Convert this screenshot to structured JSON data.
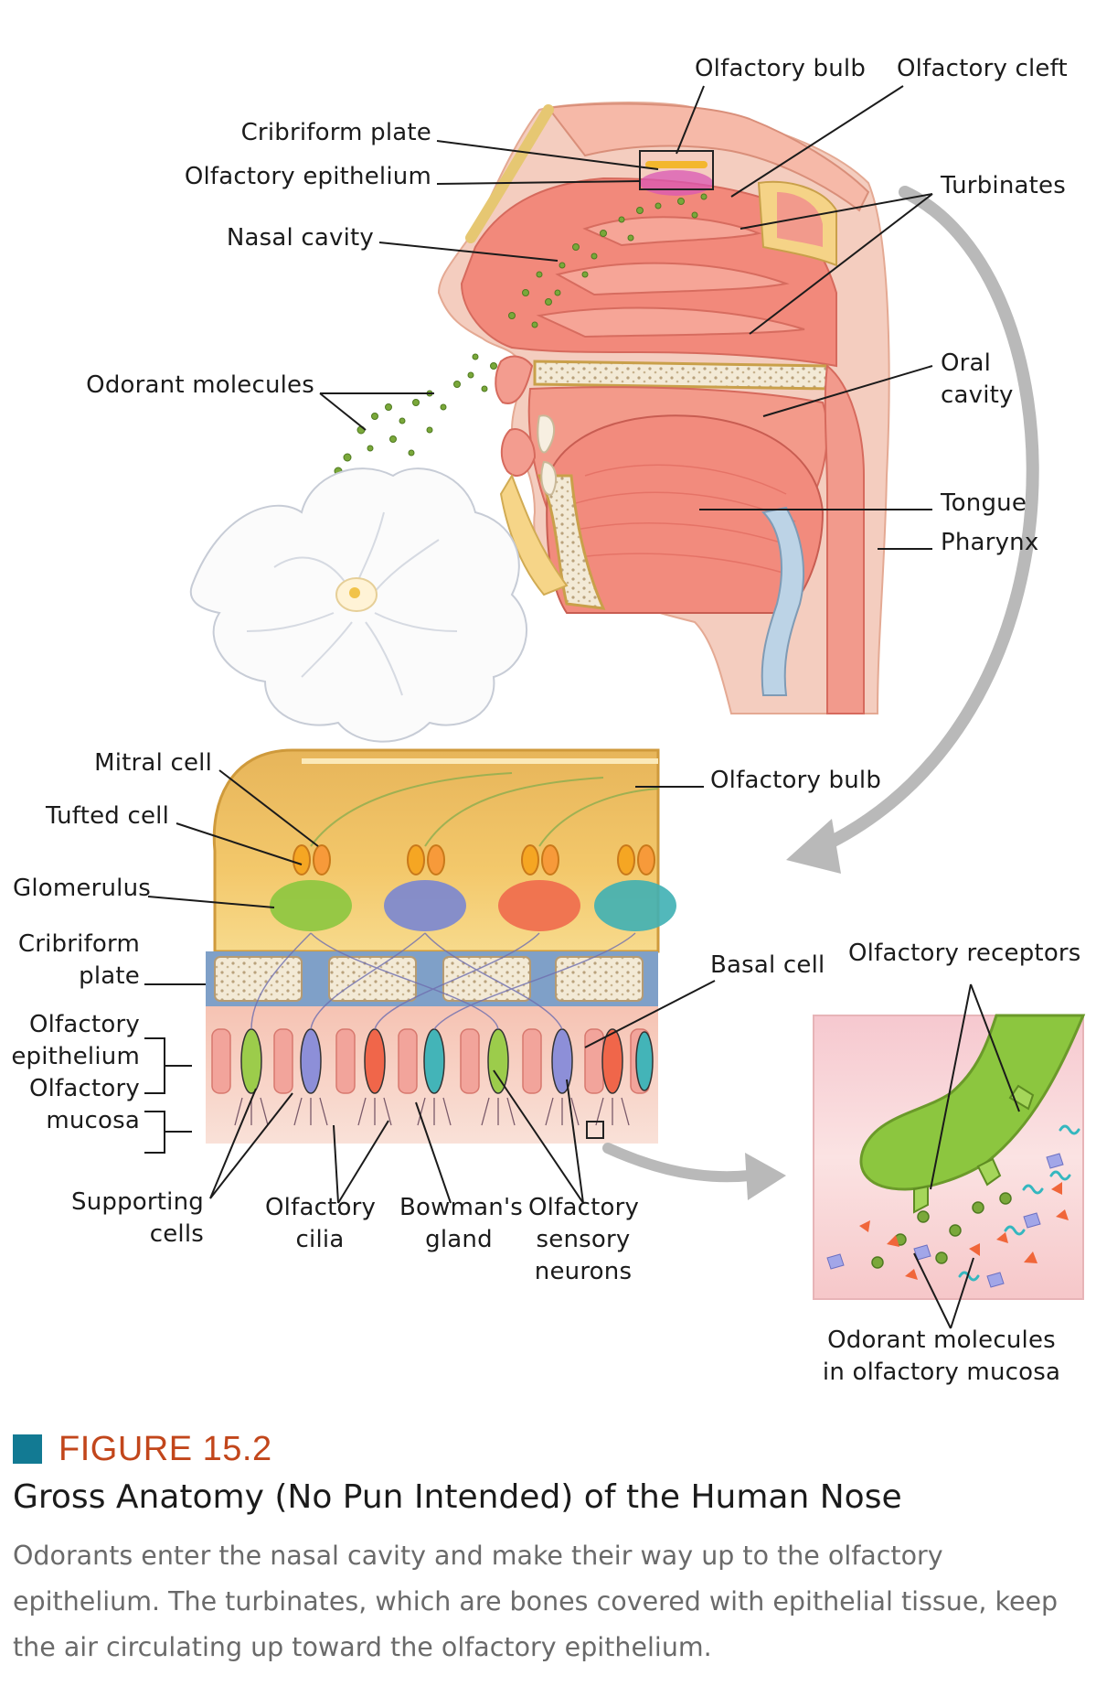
{
  "head_labels": {
    "olfactory_bulb": "Olfactory bulb",
    "olfactory_cleft": "Olfactory cleft",
    "cribriform_plate": "Cribriform plate",
    "olfactory_epithelium": "Olfactory epithelium",
    "turbinates": "Turbinates",
    "nasal_cavity": "Nasal cavity",
    "odorant_molecules": "Odorant molecules",
    "oral": "Oral",
    "cavity": "cavity",
    "tongue": "Tongue",
    "pharynx": "Pharynx"
  },
  "detail_labels": {
    "mitral_cell": "Mitral cell",
    "tufted_cell": "Tufted cell",
    "glomerulus": "Glomerulus",
    "olfactory_bulb": "Olfactory bulb",
    "cribriform": "Cribriform",
    "plate": "plate",
    "olfactory_1": "Olfactory",
    "epithelium": "epithelium",
    "olfactory_2": "Olfactory",
    "mucosa": "mucosa",
    "basal_cell": "Basal cell",
    "supporting": "Supporting",
    "cells": "cells",
    "olfactory_3": "Olfactory",
    "cilia": "cilia",
    "bowmans": "Bowman's",
    "gland": "gland",
    "olfactory_4": "Olfactory",
    "sensory": "sensory",
    "neurons": "neurons"
  },
  "inset_labels": {
    "olfactory_receptors": "Olfactory receptors",
    "odorant_molecules": "Odorant molecules",
    "in_olfactory_mucosa": "in olfactory mucosa"
  },
  "figure": {
    "label": "FIGURE 15.2",
    "title": "Gross Anatomy (No Pun Intended) of the Human Nose",
    "caption": "Odorants enter the nasal cavity and make their way up to the olfactory epithelium. The turbinates, which are bones covered with epithelial tissue, keep the air circulating up toward the olfactory epithelium."
  },
  "colors": {
    "figure_square": "#127a93",
    "figure_label": "#c2461b",
    "caption_text": "#6a6a6a",
    "tissue_pink": "#f08a7e",
    "bone_yellow": "#f6d27a",
    "receptor_green": "#8cc63f",
    "arrow_gray": "#b9b9b9"
  },
  "icons": [
    "flower-illustration",
    "curved-arrow",
    "receptor-inset"
  ]
}
